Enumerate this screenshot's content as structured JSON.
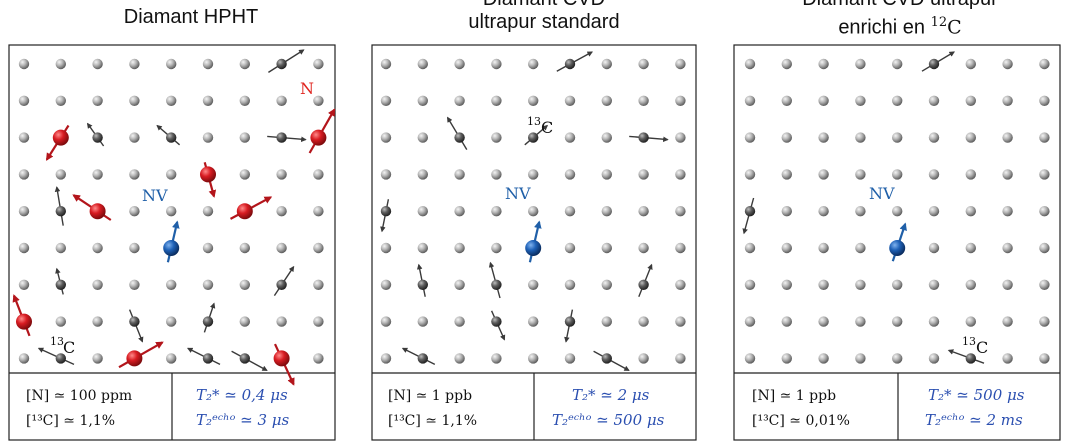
{
  "colors": {
    "atom": "#9a9a9a",
    "c13": "#444444",
    "nitrogen": "#c0141a",
    "nv": "#1f5fa8",
    "blue_text": "#2b4fb0",
    "frame": "#222222"
  },
  "panels": [
    {
      "title": "Diamant HPHT",
      "title_line2": "",
      "title_sup": "",
      "title_suffix": "",
      "concentration_N": "[N] ≃ 100 ppm",
      "concentration_13C": "[¹³C] ≃ 1,1%",
      "t2star": "T₂* ≃ 0,4 μs",
      "t2echo": "T₂ᵉᶜʰᵒ ≃ 3 μs",
      "labels": {
        "nv": "NV",
        "n": "N",
        "c13": "13",
        "c13_letter": "C"
      }
    },
    {
      "title": "Diamant CVD",
      "title_line2": "ultrapur standard",
      "title_sup": "",
      "title_suffix": "",
      "concentration_N": "[N] ≃ 1 ppb",
      "concentration_13C": "[¹³C] ≃ 1,1%",
      "t2star": "T₂* ≃ 2 μs",
      "t2echo": "T₂ᵉᶜʰᵒ ≃ 500 μs",
      "labels": {
        "nv": "NV",
        "c13": "13",
        "c13_letter": "C"
      }
    },
    {
      "title": "Diamant CVD ultrapur",
      "title_line2": "enrichi en ",
      "title_sup": "12",
      "title_suffix": "C",
      "concentration_N": "[N] ≃ 1 ppb",
      "concentration_13C": "[¹³C] ≃ 0,01%",
      "t2star": "T₂* ≃ 500 μs",
      "t2echo": "T₂ᵉᶜʰᵒ ≃ 2 ms",
      "labels": {
        "nv": "NV",
        "c13": "13",
        "c13_letter": "C"
      }
    }
  ]
}
